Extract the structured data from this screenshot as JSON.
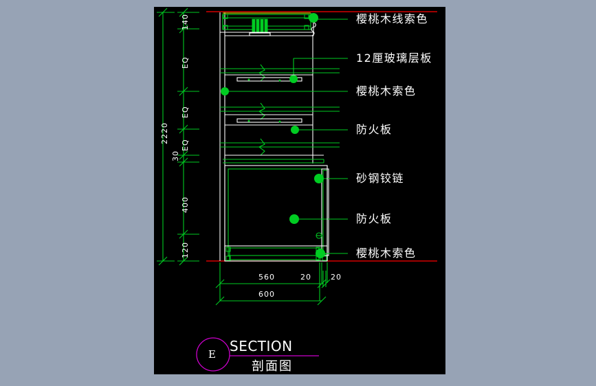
{
  "canvas": {
    "background": "#000000",
    "page_background": "#97a3b5",
    "colors": {
      "green": "#00cc22",
      "white": "#ffffff",
      "red": "#ff0000",
      "yellow": "#cccc00",
      "magenta": "#cc00cc"
    }
  },
  "vertical_dimensions": {
    "overall": "2220",
    "chain": [
      "140",
      "EQ",
      "EQ",
      "EQ",
      "30",
      "400",
      "120"
    ]
  },
  "horizontal_dimensions": {
    "chain": [
      "560",
      "20",
      "20"
    ],
    "overall": "600"
  },
  "annotations": [
    {
      "id": "top-trim",
      "label": "樱桃木线索色"
    },
    {
      "id": "glass-shelf",
      "label": "12厘玻璃层板"
    },
    {
      "id": "cherry-wood",
      "label": "樱桃木索色"
    },
    {
      "id": "fireproof-1",
      "label": "防火板"
    },
    {
      "id": "hinge",
      "label": "砂钢铰链"
    },
    {
      "id": "fireproof-2",
      "label": "防火板"
    },
    {
      "id": "base-trim",
      "label": "樱桃木索色"
    }
  ],
  "title_block": {
    "tag": "E",
    "title_en": "SECTION",
    "title_cn": "剖面图"
  }
}
